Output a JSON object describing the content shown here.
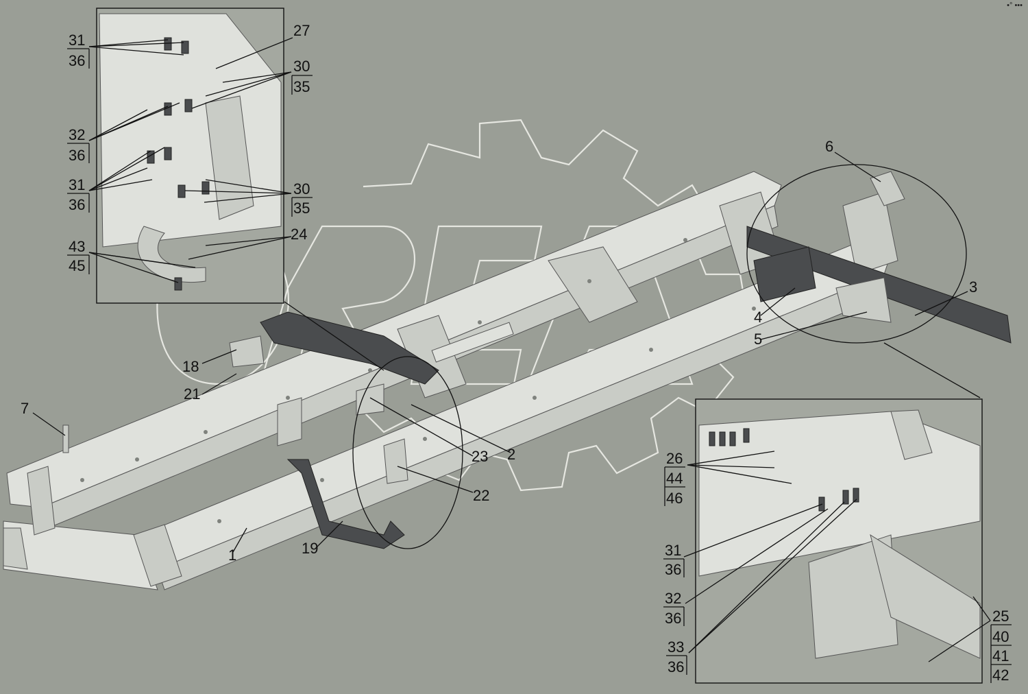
{
  "corner_mark": "•° •••",
  "callouts": [
    {
      "id": "c-31a",
      "text": "31"
    },
    {
      "id": "c-36a",
      "text": "36"
    },
    {
      "id": "c-27",
      "text": "27"
    },
    {
      "id": "c-30a",
      "text": "30"
    },
    {
      "id": "c-35a",
      "text": "35"
    },
    {
      "id": "c-32a",
      "text": "32"
    },
    {
      "id": "c-36b",
      "text": "36"
    },
    {
      "id": "c-31b",
      "text": "31"
    },
    {
      "id": "c-36c",
      "text": "36"
    },
    {
      "id": "c-30b",
      "text": "30"
    },
    {
      "id": "c-35b",
      "text": "35"
    },
    {
      "id": "c-24",
      "text": "24"
    },
    {
      "id": "c-43",
      "text": "43"
    },
    {
      "id": "c-45",
      "text": "45"
    },
    {
      "id": "c-6",
      "text": "6"
    },
    {
      "id": "c-3",
      "text": "3"
    },
    {
      "id": "c-4",
      "text": "4"
    },
    {
      "id": "c-5",
      "text": "5"
    },
    {
      "id": "c-18",
      "text": "18"
    },
    {
      "id": "c-21",
      "text": "21"
    },
    {
      "id": "c-7",
      "text": "7"
    },
    {
      "id": "c-23",
      "text": "23"
    },
    {
      "id": "c-2",
      "text": "2"
    },
    {
      "id": "c-22",
      "text": "22"
    },
    {
      "id": "c-19",
      "text": "19"
    },
    {
      "id": "c-1",
      "text": "1"
    },
    {
      "id": "c-26",
      "text": "26"
    },
    {
      "id": "c-44",
      "text": "44"
    },
    {
      "id": "c-46",
      "text": "46"
    },
    {
      "id": "c-31c",
      "text": "31"
    },
    {
      "id": "c-36d",
      "text": "36"
    },
    {
      "id": "c-32b",
      "text": "32"
    },
    {
      "id": "c-36e",
      "text": "36"
    },
    {
      "id": "c-33",
      "text": "33"
    },
    {
      "id": "c-36f",
      "text": "36"
    },
    {
      "id": "c-25",
      "text": "25"
    },
    {
      "id": "c-40",
      "text": "40"
    },
    {
      "id": "c-41",
      "text": "41"
    },
    {
      "id": "c-42",
      "text": "42"
    }
  ],
  "colors": {
    "background": "#9a9e96",
    "steel": "#dfe1dc",
    "dark_part": "#4a4c4e",
    "watermark": "#f3f3ef"
  }
}
